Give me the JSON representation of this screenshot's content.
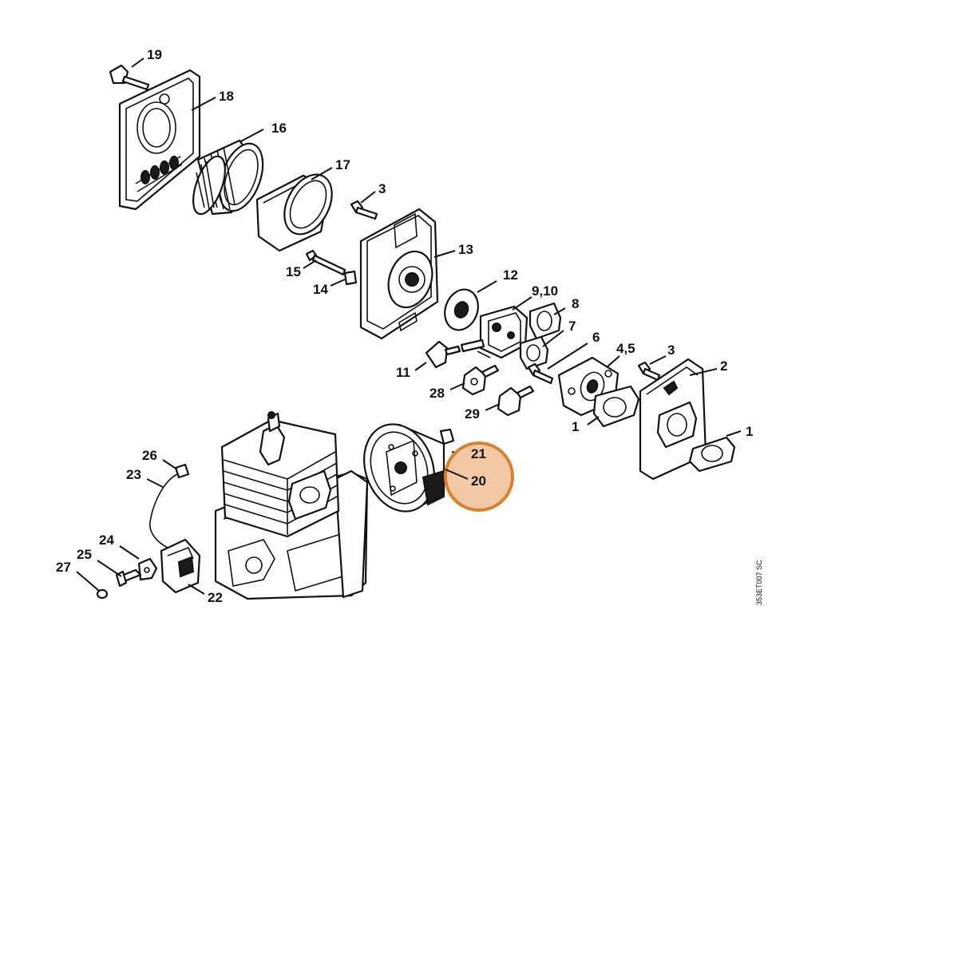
{
  "diagram": {
    "reference_code": "353ET007 SC",
    "highlight": {
      "part": "20",
      "color": "#d9822b",
      "fill": "#f3c9a5"
    },
    "callouts": [
      {
        "id": "c19",
        "label": "19"
      },
      {
        "id": "c18",
        "label": "18"
      },
      {
        "id": "c16",
        "label": "16"
      },
      {
        "id": "c17",
        "label": "17"
      },
      {
        "id": "c3a",
        "label": "3"
      },
      {
        "id": "c13",
        "label": "13"
      },
      {
        "id": "c15",
        "label": "15"
      },
      {
        "id": "c14",
        "label": "14"
      },
      {
        "id": "c12",
        "label": "12"
      },
      {
        "id": "c910",
        "label": "9,10"
      },
      {
        "id": "c8",
        "label": "8"
      },
      {
        "id": "c7",
        "label": "7"
      },
      {
        "id": "c6",
        "label": "6"
      },
      {
        "id": "c45",
        "label": "4,5"
      },
      {
        "id": "c3b",
        "label": "3"
      },
      {
        "id": "c2",
        "label": "2"
      },
      {
        "id": "c11",
        "label": "11"
      },
      {
        "id": "c28",
        "label": "28"
      },
      {
        "id": "c29",
        "label": "29"
      },
      {
        "id": "c1a",
        "label": "1"
      },
      {
        "id": "c1b",
        "label": "1"
      },
      {
        "id": "c21",
        "label": "21"
      },
      {
        "id": "c20",
        "label": "20"
      },
      {
        "id": "c26",
        "label": "26"
      },
      {
        "id": "c23",
        "label": "23"
      },
      {
        "id": "c24",
        "label": "24"
      },
      {
        "id": "c25",
        "label": "25"
      },
      {
        "id": "c27",
        "label": "27"
      },
      {
        "id": "c22",
        "label": "22"
      }
    ]
  }
}
